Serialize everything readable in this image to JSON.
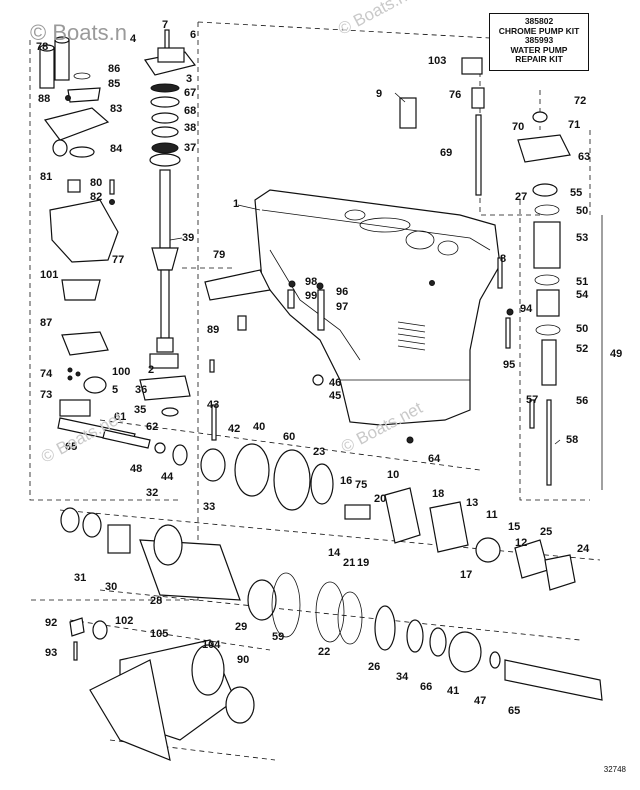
{
  "watermarks": {
    "top_left": "© Boats.n",
    "top_right": "© Boats.net",
    "mid_left": "© Boats.net",
    "mid": "© Boats.net"
  },
  "kit_box": {
    "line1": "385802",
    "line2": "CHROME PUMP KIT",
    "line3": "385993",
    "line4": "WATER PUMP",
    "line5": "REPAIR KIT"
  },
  "drawing_number": "32748",
  "callouts": [
    "78",
    "7",
    "4",
    "6",
    "3",
    "67",
    "68",
    "38",
    "37",
    "1",
    "79",
    "98",
    "96",
    "99",
    "97",
    "89",
    "2",
    "36",
    "5",
    "35",
    "86",
    "85",
    "88",
    "83",
    "84",
    "81",
    "80",
    "82",
    "77",
    "101",
    "87",
    "100",
    "74",
    "73",
    "65",
    "61",
    "62",
    "48",
    "44",
    "42",
    "43",
    "40",
    "60",
    "23",
    "16",
    "75",
    "10",
    "20",
    "18",
    "13",
    "11",
    "15",
    "25",
    "24",
    "12",
    "17",
    "32",
    "33",
    "31",
    "30",
    "28",
    "29",
    "59",
    "22",
    "26",
    "34",
    "66",
    "41",
    "47",
    "65b",
    "92",
    "93",
    "102",
    "105",
    "104",
    "90",
    "103",
    "76",
    "9",
    "72",
    "71",
    "70",
    "63",
    "69",
    "27",
    "55",
    "50",
    "53",
    "51",
    "54",
    "50b",
    "52",
    "49",
    "8",
    "94",
    "95",
    "46",
    "45",
    "64",
    "57",
    "56",
    "58",
    "14",
    "21",
    "19",
    "39"
  ]
}
